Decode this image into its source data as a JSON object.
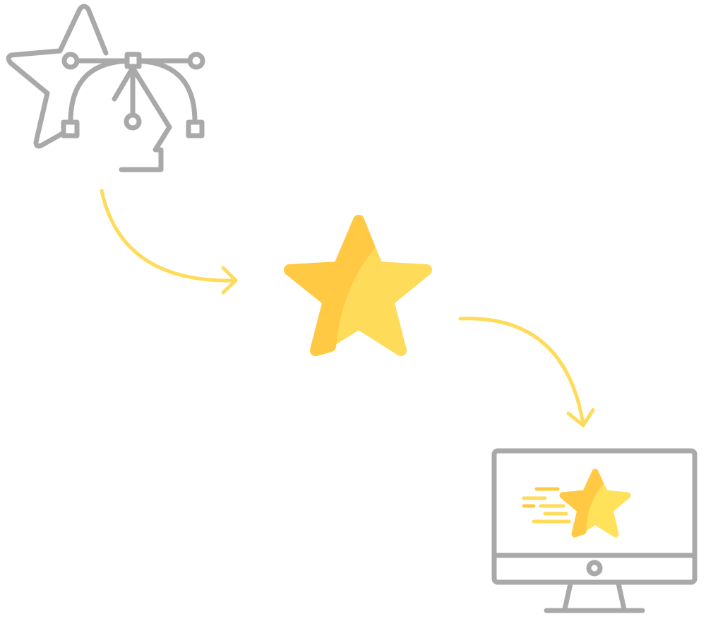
{
  "colors": {
    "outline_gray": "#A9A9A9",
    "arrow_yellow": "#FFDB5A",
    "star_light": "#FFDB5A",
    "star_dark": "#FFC943",
    "screen_star_light": "#FFE15A",
    "screen_star_dark": "#FFC943",
    "background": "#FFFFFF"
  },
  "icons": {
    "design": "vector-star-pen-tool-icon",
    "result": "star-icon",
    "display": "monitor-with-star-icon"
  },
  "connectors": [
    {
      "name": "arrow-design-to-star",
      "direction": "right"
    },
    {
      "name": "arrow-star-to-monitor",
      "direction": "down"
    }
  ]
}
